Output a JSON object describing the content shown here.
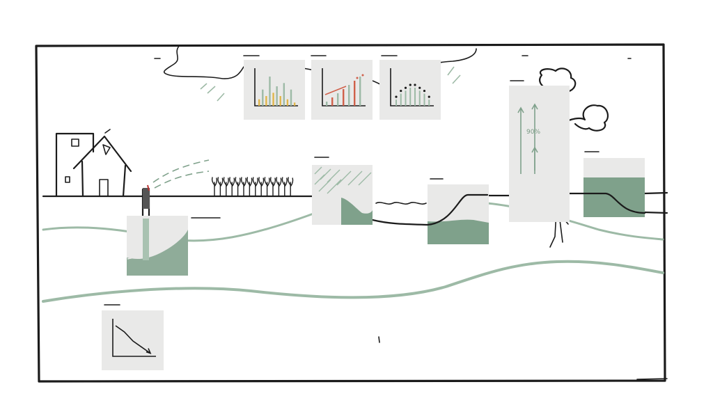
{
  "colors": {
    "ink": "#1b1b1b",
    "groundwater_green": "#7fa18b",
    "light_green": "#9dbaa6",
    "panel_grey": "#e9e9e8",
    "bar_yellow": "#e0b64a",
    "bar_red": "#d0604a"
  },
  "annotations": {
    "tree_percent": "90%"
  },
  "chart_data": [
    {
      "type": "bar",
      "name": "mini-chart-1",
      "values": [
        2,
        5,
        3,
        9,
        4,
        6,
        3,
        7,
        2,
        5,
        1
      ],
      "series_colors": [
        "#e0b64a",
        "#9dbaa6"
      ]
    },
    {
      "type": "bar",
      "name": "mini-chart-2",
      "values": [
        1,
        2,
        3,
        4,
        5,
        6,
        7
      ],
      "trend": "increasing",
      "series_colors": [
        "#9dbaa6",
        "#d0604a"
      ]
    },
    {
      "type": "scatter",
      "name": "mini-chart-3",
      "values": [
        3,
        5,
        6,
        7,
        7,
        6,
        5,
        3
      ]
    },
    {
      "type": "line",
      "name": "mini-chart-4",
      "trend": "decreasing",
      "values": [
        10,
        8,
        5,
        3,
        1
      ]
    }
  ],
  "icons": [
    "house-icon",
    "building-icon",
    "tree-icon",
    "cloud-icon",
    "well-icon",
    "crop-icon"
  ]
}
